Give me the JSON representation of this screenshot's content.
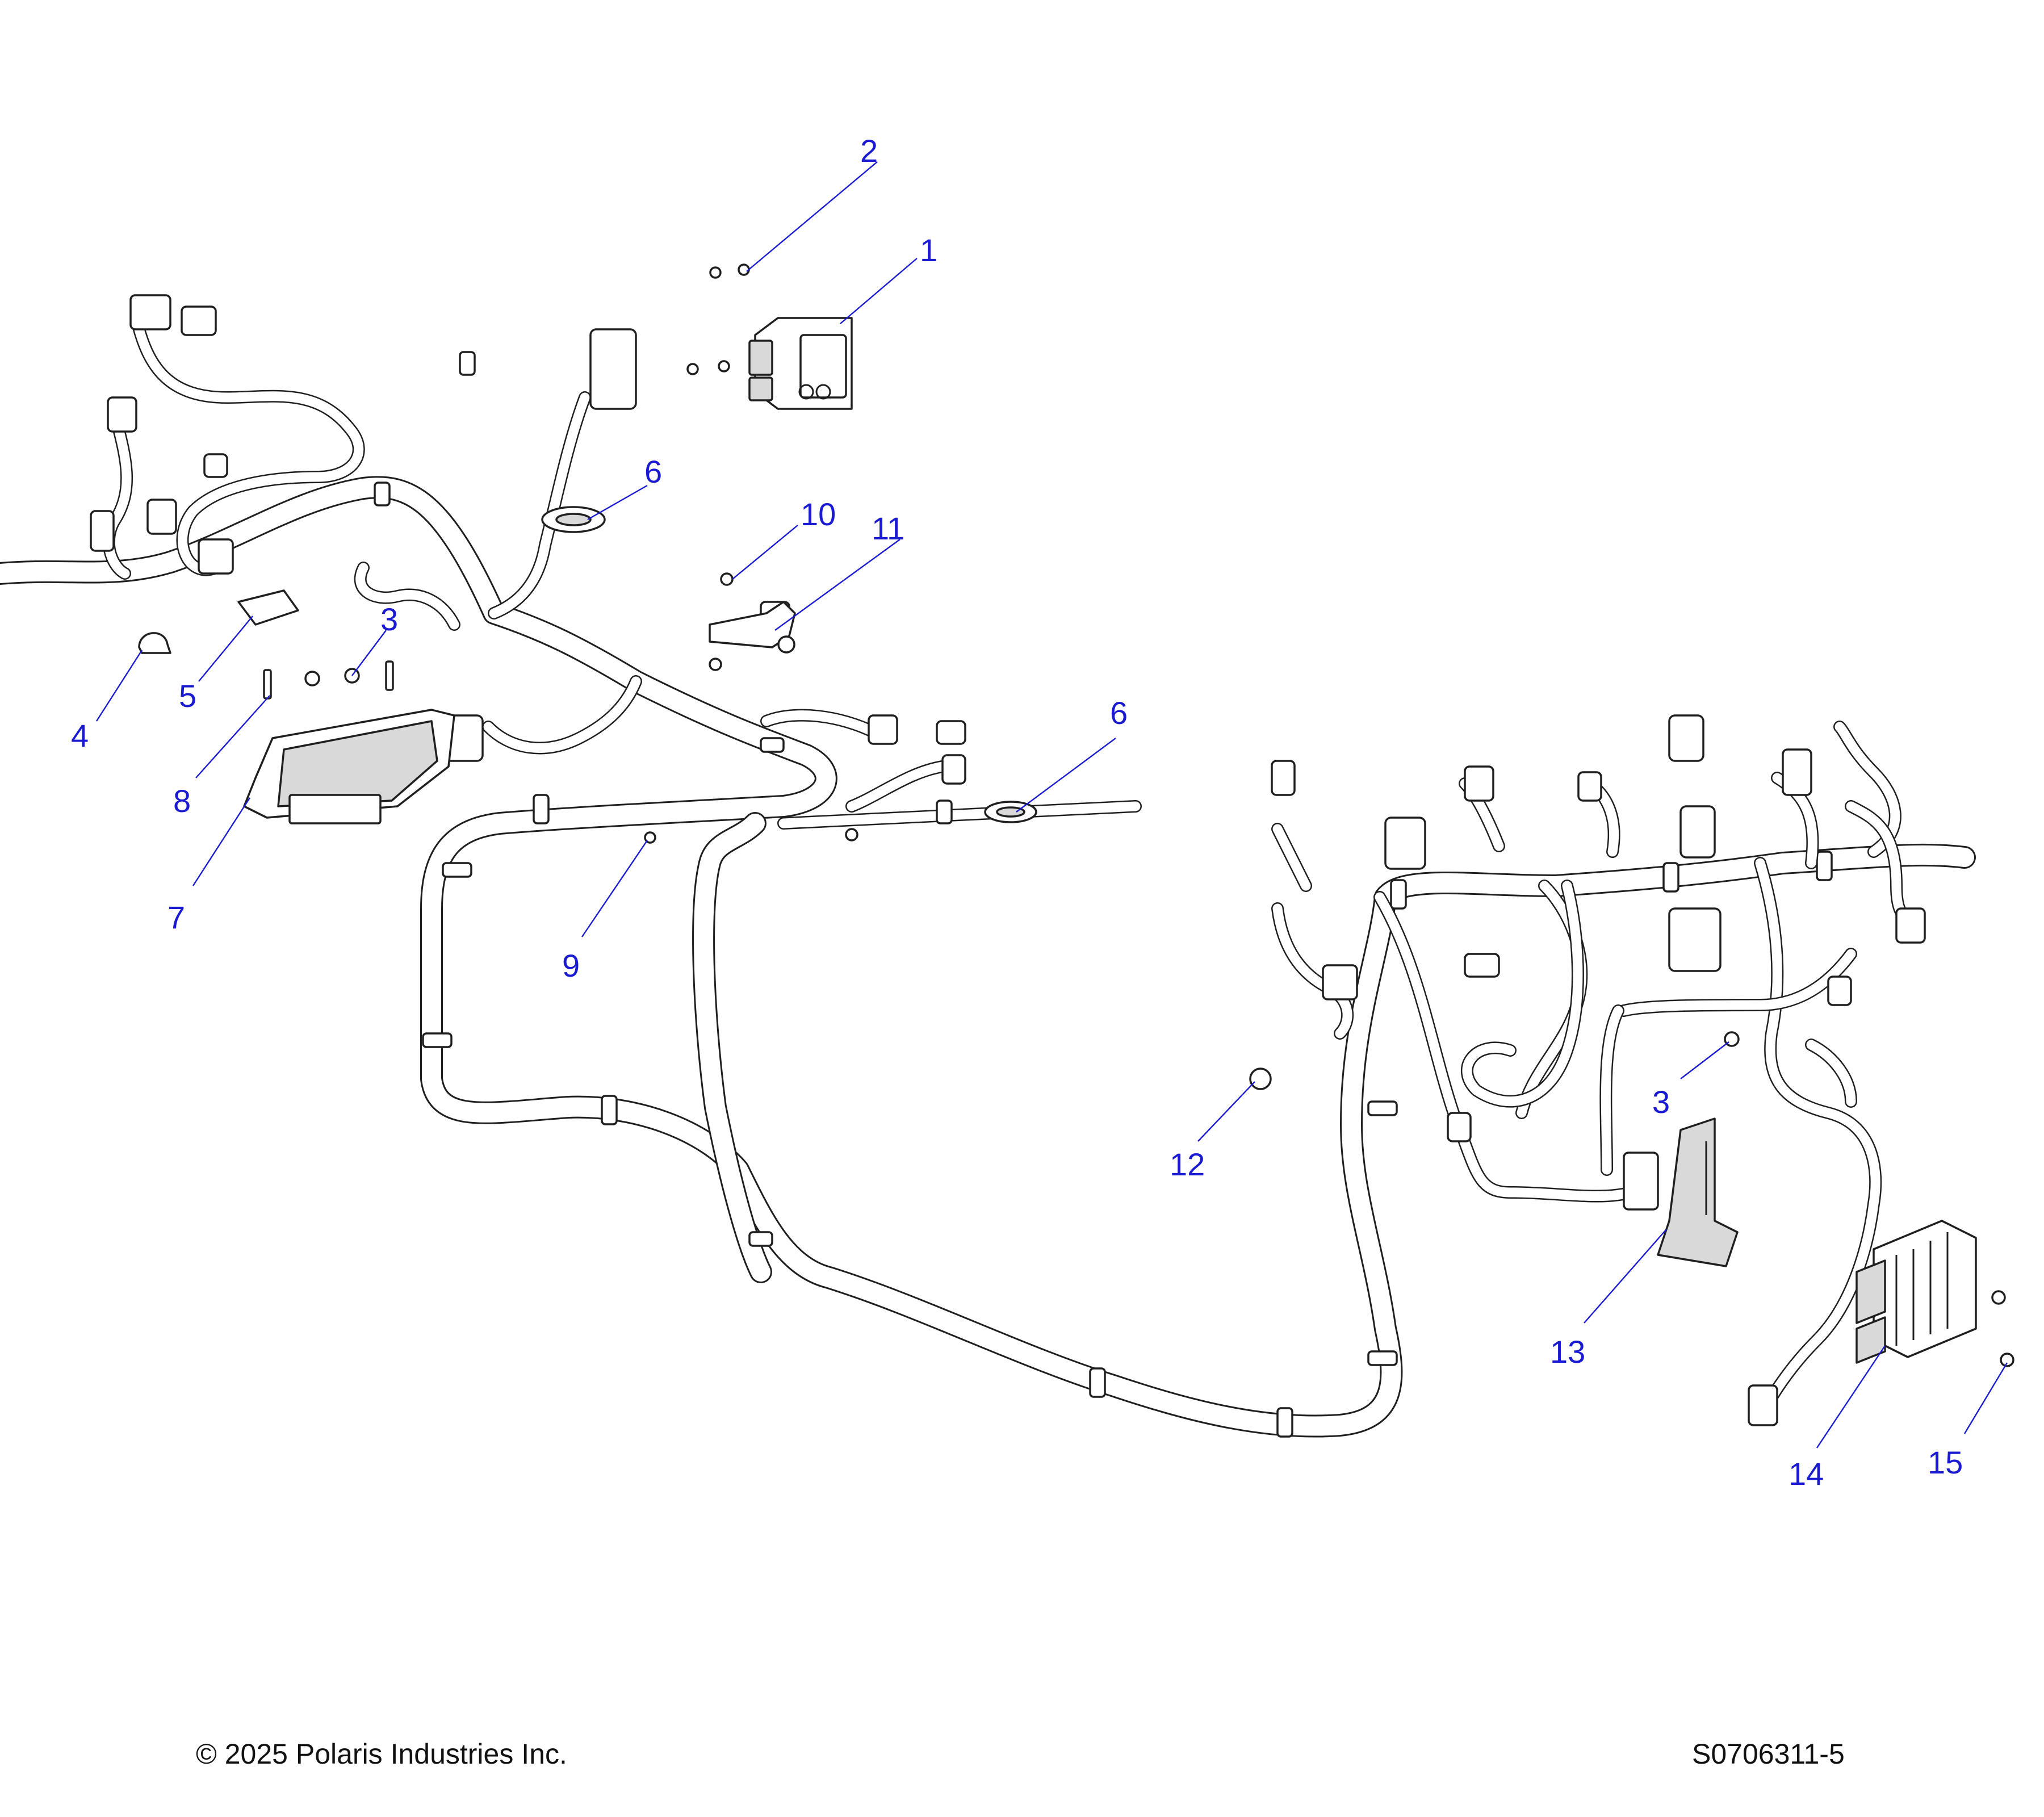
{
  "callouts": [
    "1",
    "2",
    "3",
    "4",
    "5",
    "6",
    "7",
    "8",
    "9",
    "10",
    "11",
    "12",
    "13",
    "14",
    "15"
  ],
  "callout_labels": {
    "c1": "1",
    "c2": "2",
    "c3a": "3",
    "c3b": "3",
    "c4": "4",
    "c5": "5",
    "c6a": "6",
    "c6b": "6",
    "c7": "7",
    "c8": "8",
    "c9": "9",
    "c10": "10",
    "c11": "11",
    "c12": "12",
    "c13": "13",
    "c14": "14",
    "c15": "15"
  },
  "footer": {
    "copyright": "© 2025 Polaris Industries Inc.",
    "drawing_number": "S0706311-5"
  },
  "colors": {
    "callout": "#1a1ad0",
    "linework": "#1f1f1f",
    "background": "#ffffff"
  }
}
